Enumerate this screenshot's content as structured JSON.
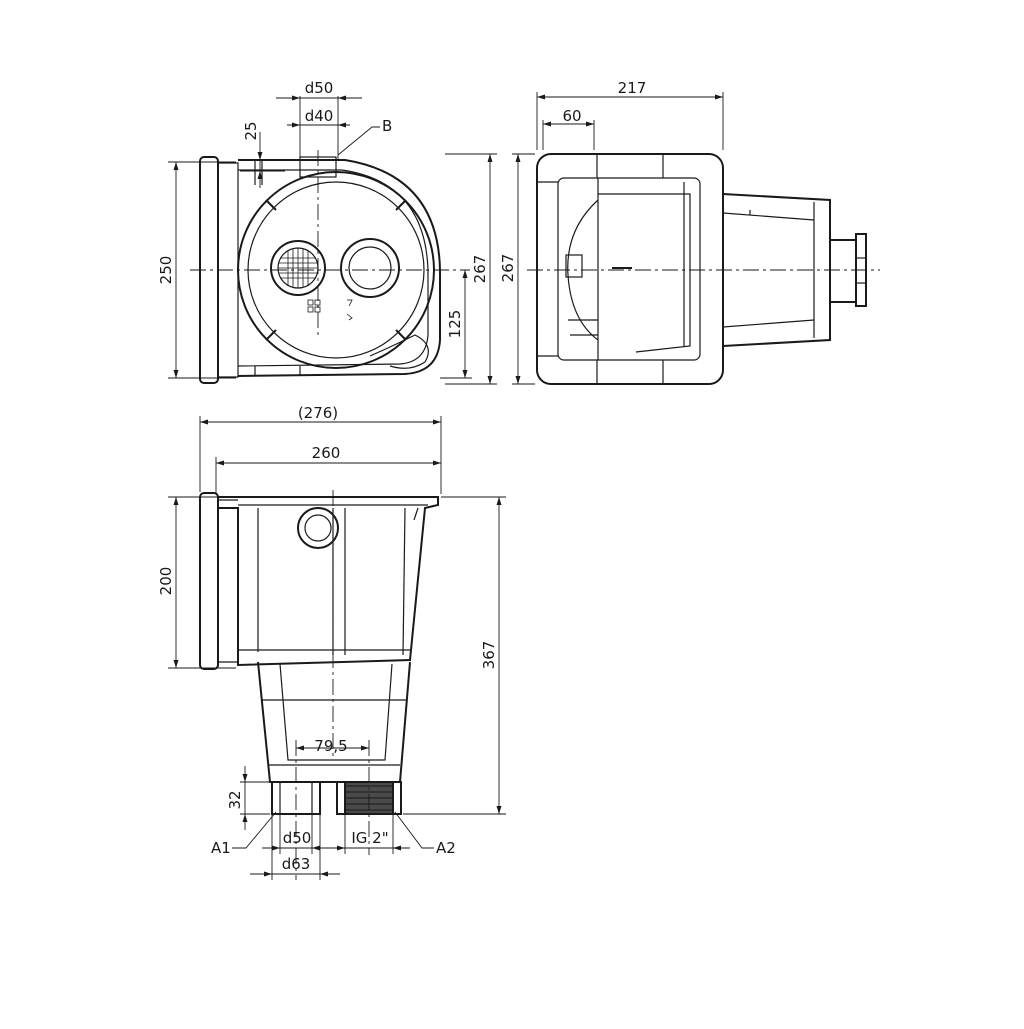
{
  "top_view": {
    "d50": "d50",
    "d40": "d40",
    "B": "B",
    "dim_25": "25",
    "dim_250": "250",
    "dim_125": "125",
    "dim_267": "267"
  },
  "side_view": {
    "dim_217": "217",
    "dim_60": "60",
    "dim_267": "267"
  },
  "front_view": {
    "dim_276": "(276)",
    "dim_260": "260",
    "dim_200": "200",
    "dim_367": "367",
    "dim_79_5": "79,5",
    "dim_32": "32",
    "d50": "d50",
    "d63": "d63",
    "ig": "IG  2\"",
    "A1": "A1",
    "A2": "A2"
  }
}
